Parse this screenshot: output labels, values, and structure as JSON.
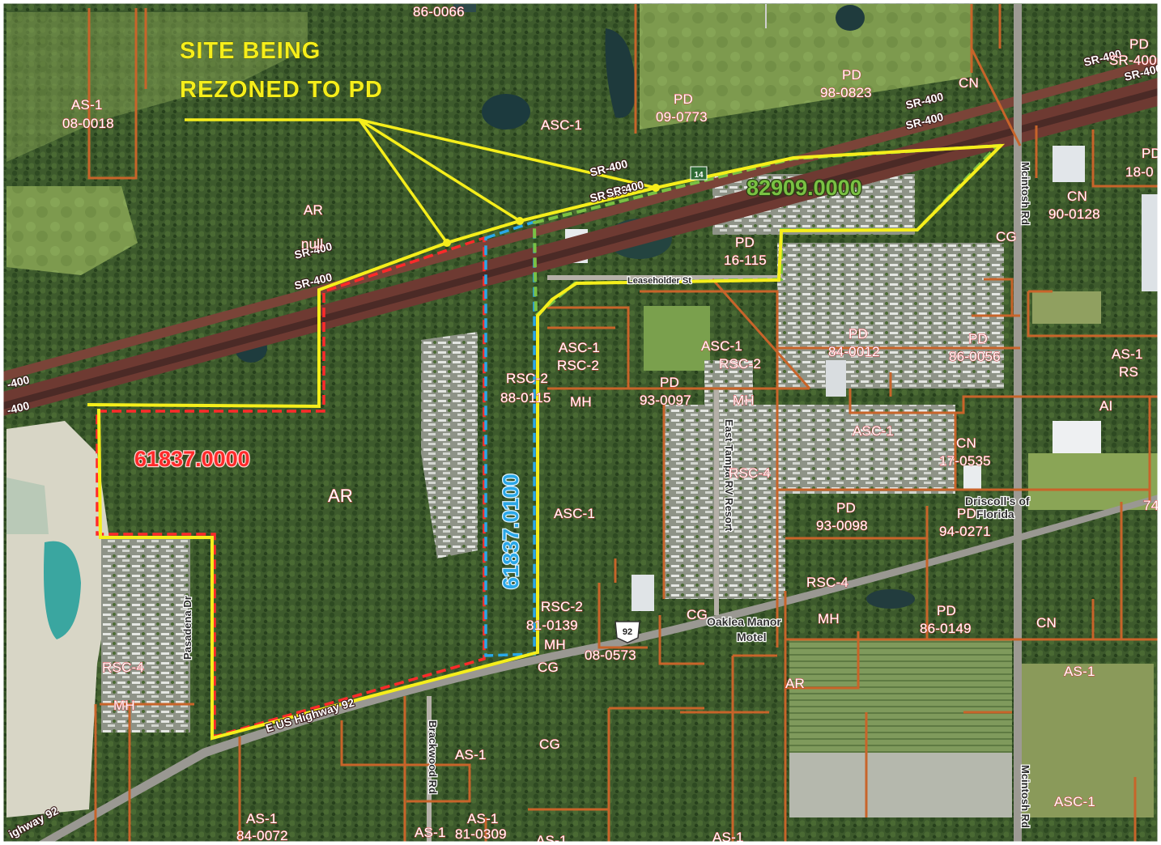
{
  "callout": {
    "line1": "SITE BEING",
    "line2": "REZONED TO PD"
  },
  "parcels": [
    {
      "id": "61837.0000",
      "color": "#ff2a2a"
    },
    {
      "id": "61837.0100",
      "color": "#2aa8e8"
    },
    {
      "id": "82909.0000",
      "color": "#7ac143"
    }
  ],
  "colors": {
    "site": "#f5ee1b",
    "zoning_boundary": "#c8642a",
    "zoning_label": "#d9363e"
  },
  "zoning_labels": [
    "86-0066",
    "AS-1",
    "08-0018",
    "ASC-1",
    "PD",
    "09-0773",
    "PD",
    "98-0823",
    "CN",
    "PD",
    "SR-400",
    "AR",
    "null",
    "PD",
    "16-115",
    "CG",
    "CN",
    "90-0128",
    "PD",
    "18-0",
    "ASC-1",
    "RSC-2",
    "RSC-2",
    "88-0115",
    "MH",
    "ASC-1",
    "RSC-2",
    "PD",
    "93-0097",
    "MH",
    "PD",
    "84-0012",
    "PD",
    "86-0056",
    "AS-1",
    "RS",
    "AI",
    "ASC-1",
    "CN",
    "17-0535",
    "RSC-4",
    "PD",
    "93-0098",
    "PD",
    "94-0271",
    "AR",
    "ASC-1",
    "74",
    "RSC-2",
    "81-0139",
    "MH",
    "08-0573",
    "CG",
    "RSC-4",
    "MH",
    "PD",
    "86-0149",
    "CN",
    "RSC-4",
    "MH",
    "CG",
    "AR",
    "AS-1",
    "AS-1",
    "CG",
    "AS-1",
    "84-0072",
    "AS-1",
    "81-0309",
    "AS-1",
    "AS-1",
    "ASC-1",
    "AS-1"
  ],
  "roads": [
    "SR-400",
    "SR-400",
    "SR-400",
    "SR-400",
    "SR-400",
    "SR-400",
    "SR-400",
    "SR-400",
    "SR-400",
    "-400",
    "-400",
    "E US Highway 92",
    "ighway 92"
  ],
  "streets": [
    "Mcintosh Rd",
    "Mcintosh Rd",
    "East Tampa RV Resort",
    "Pasadena Dr",
    "Brackwood Rd",
    "Leaseholder St"
  ],
  "pois": [
    "Driscoll's of",
    "Florida",
    "Oaklea Manor",
    "Motel"
  ],
  "shields": [
    "92",
    "14"
  ]
}
